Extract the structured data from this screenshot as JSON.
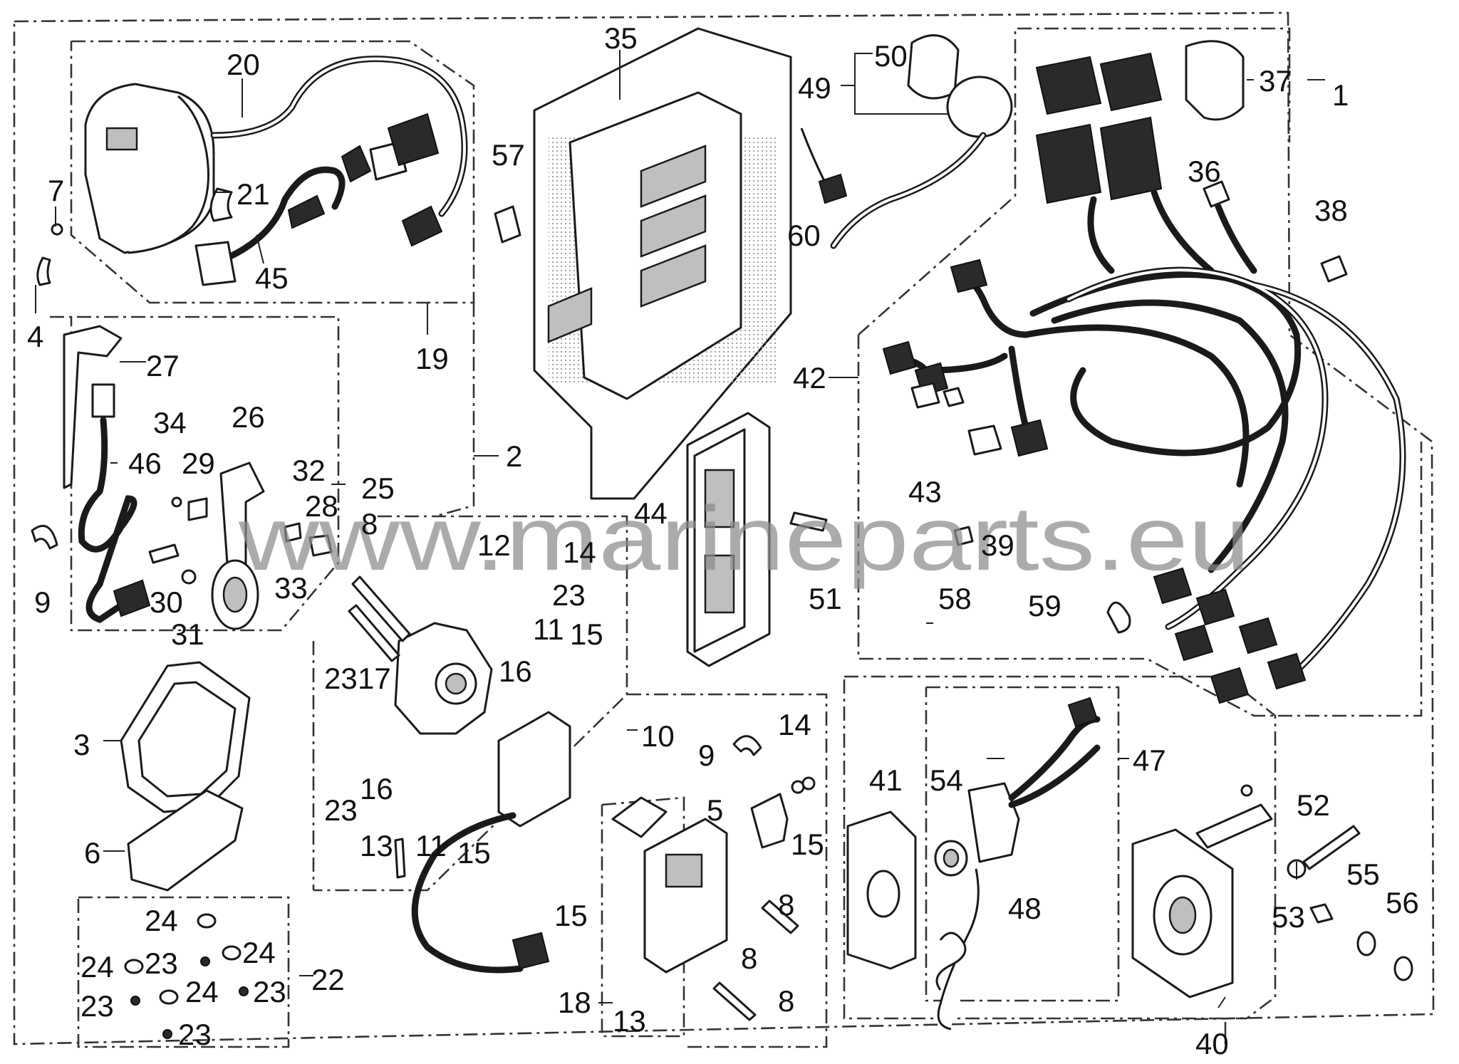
{
  "watermark": "www.marineparts.eu",
  "labels": {
    "l1": "1",
    "l2": "2",
    "l3": "3",
    "l4": "4",
    "l5": "5",
    "l6": "6",
    "l7": "7",
    "l8a": "8",
    "l8b": "8",
    "l8c": "8",
    "l8d": "8",
    "l9a": "9",
    "l9b": "9",
    "l10": "10",
    "l11a": "11",
    "l11b": "11",
    "l12": "12",
    "l13a": "13",
    "l13b": "13",
    "l14a": "14",
    "l14b": "14",
    "l15a": "15",
    "l15b": "15",
    "l15c": "15",
    "l15d": "15",
    "l16a": "16",
    "l16b": "16",
    "l17": "17",
    "l18": "18",
    "l19": "19",
    "l20": "20",
    "l21": "21",
    "l22": "22",
    "l23a": "23",
    "l23b": "23",
    "l23c": "23",
    "l23d": "23",
    "l23e": "23",
    "l23f": "23",
    "l23g": "23",
    "l23h": "23",
    "l24a": "24",
    "l24b": "24",
    "l24c": "24",
    "l24d": "24",
    "l25": "25",
    "l26": "26",
    "l27": "27",
    "l28": "28",
    "l29": "29",
    "l30": "30",
    "l31": "31",
    "l32": "32",
    "l33": "33",
    "l34": "34",
    "l35": "35",
    "l36": "36",
    "l37": "37",
    "l38": "38",
    "l39": "39",
    "l40": "40",
    "l41": "41",
    "l42": "42",
    "l43": "43",
    "l44": "44",
    "l45": "45",
    "l46": "46",
    "l47": "47",
    "l48": "48",
    "l49": "49",
    "l50": "50",
    "l51": "51",
    "l52": "52",
    "l53": "53",
    "l54": "54",
    "l55": "55",
    "l56": "56",
    "l57": "57",
    "l58": "58",
    "l59": "59",
    "l60": "60"
  }
}
